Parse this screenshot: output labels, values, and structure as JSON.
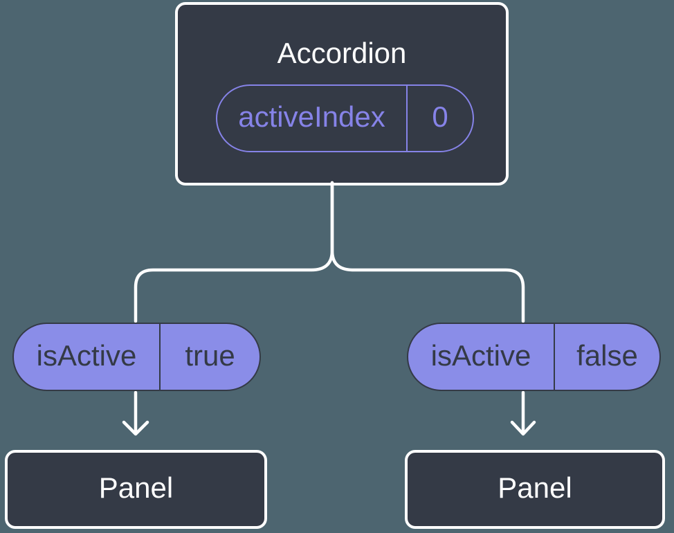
{
  "colors": {
    "background": "#4d6570",
    "node_fill": "#343a46",
    "node_border": "#ffffff",
    "pill_fill": "#8a8de8",
    "pill_outline": "#8683e8",
    "pill_text_dark": "#343a46",
    "connector": "#ffffff"
  },
  "diagram": {
    "root": {
      "title": "Accordion",
      "prop": {
        "name": "activeIndex",
        "value": "0"
      }
    },
    "children": [
      {
        "prop": {
          "name": "isActive",
          "value": "true"
        },
        "panel_label": "Panel"
      },
      {
        "prop": {
          "name": "isActive",
          "value": "false"
        },
        "panel_label": "Panel"
      }
    ]
  }
}
